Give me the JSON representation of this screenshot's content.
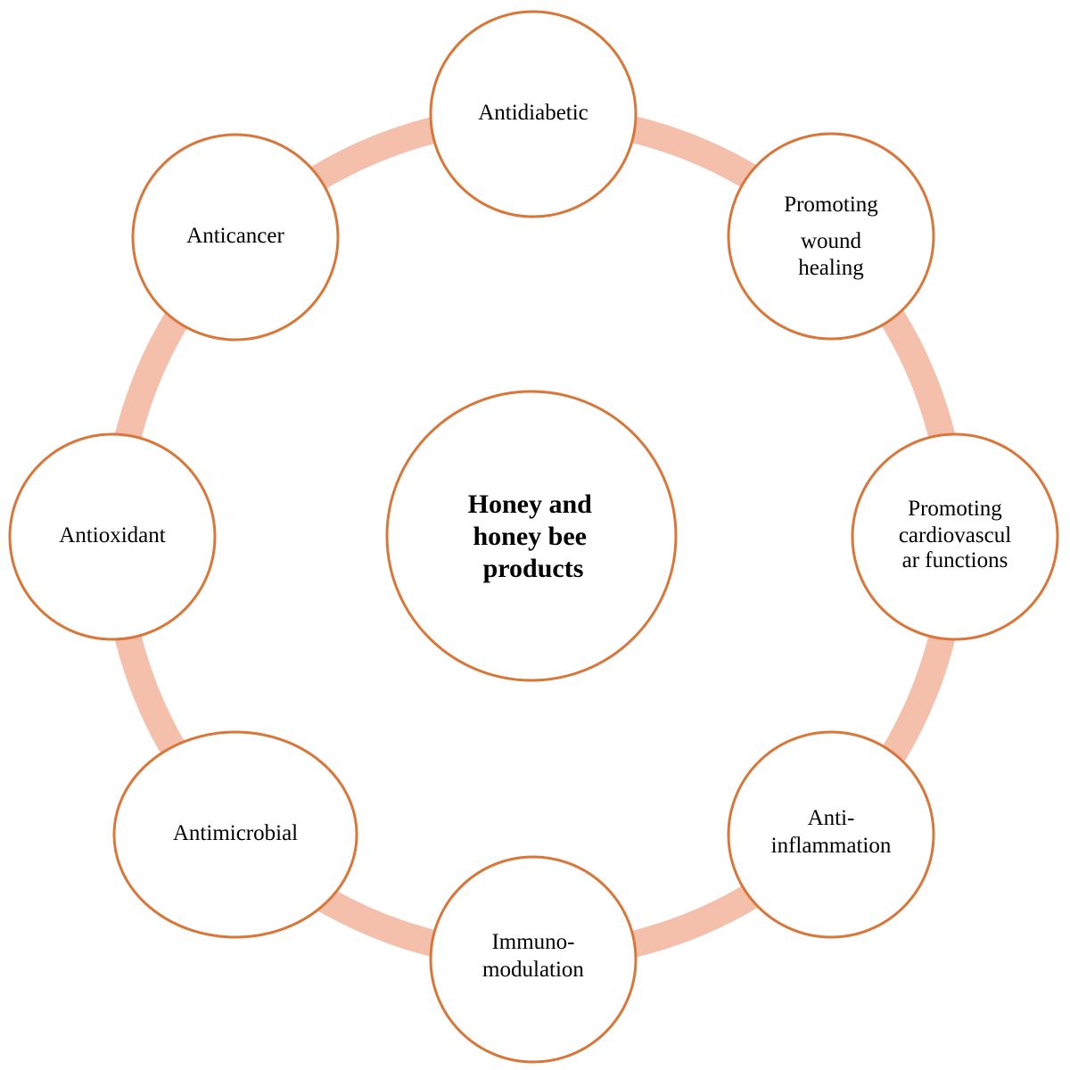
{
  "colors": {
    "ring": "#f4c0ac",
    "circle_stroke": "#d9773a",
    "circle_fill": "#ffffff",
    "text": "#000000"
  },
  "center": {
    "lines": [
      "Honey and",
      "honey bee",
      "products"
    ]
  },
  "nodes": [
    {
      "id": "antidiabetic",
      "lines": [
        "Antidiabetic"
      ]
    },
    {
      "id": "promoting-wound-healing",
      "lines": [
        "Promoting",
        "wound",
        "healing"
      ]
    },
    {
      "id": "promoting-cardiovascular-functions",
      "lines": [
        "Promoting",
        "cardiovascul",
        "ar functions"
      ]
    },
    {
      "id": "anti-inflammation",
      "lines": [
        "Anti-",
        "inflammation"
      ]
    },
    {
      "id": "immunomodulation",
      "lines": [
        "Immuno-",
        "modulation"
      ]
    },
    {
      "id": "antimicrobial",
      "lines": [
        "Antimicrobial"
      ]
    },
    {
      "id": "antioxidant",
      "lines": [
        "Antioxidant"
      ]
    },
    {
      "id": "anticancer",
      "lines": [
        "Anticancer"
      ]
    }
  ]
}
